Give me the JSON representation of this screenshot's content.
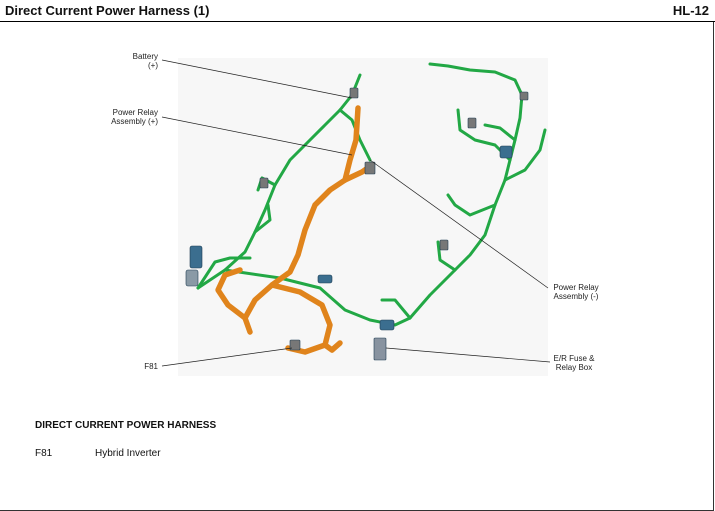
{
  "header": {
    "title": "Direct Current Power Harness (1)",
    "code": "HL-12"
  },
  "callouts": {
    "battery": "Battery\n(+)",
    "power_relay_plus": "Power Relay\nAssembly (+)",
    "power_relay_minus": "Power Relay\nAssembly (-)",
    "er_fuse": "E/R Fuse &\nRelay Box",
    "f81": "F81"
  },
  "section": {
    "title": "DIRECT CURRENT POWER HARNESS"
  },
  "legend": [
    {
      "code": "F81",
      "description": "Hybrid Inverter"
    }
  ],
  "colors": {
    "main_harness": "#22a845",
    "dc_harness": "#e0841c",
    "connector": "#3b6e8f"
  }
}
